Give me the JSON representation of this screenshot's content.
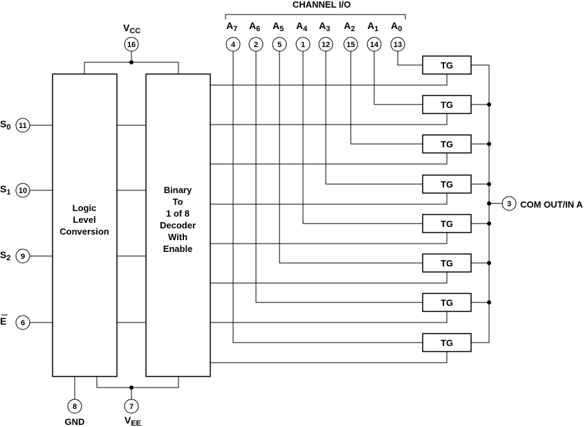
{
  "channel_io": "CHANNEL I/O",
  "vcc": {
    "main": "V",
    "sub": "CC",
    "pin": "16"
  },
  "vee": {
    "main": "V",
    "sub": "EE",
    "pin": "7"
  },
  "gnd": {
    "label": "GND",
    "pin": "8"
  },
  "com": {
    "label": "COM OUT/IN A",
    "pin": "3"
  },
  "inputs": [
    {
      "main": "S",
      "sub": "0",
      "pin": "11"
    },
    {
      "main": "S",
      "sub": "1",
      "pin": "10"
    },
    {
      "main": "S",
      "sub": "2",
      "pin": "9"
    },
    {
      "main": "E",
      "sub": "",
      "pin": "6"
    }
  ],
  "channels": [
    {
      "main": "A",
      "sub": "7",
      "pin": "4"
    },
    {
      "main": "A",
      "sub": "6",
      "pin": "2"
    },
    {
      "main": "A",
      "sub": "5",
      "pin": "5"
    },
    {
      "main": "A",
      "sub": "4",
      "pin": "1"
    },
    {
      "main": "A",
      "sub": "3",
      "pin": "12"
    },
    {
      "main": "A",
      "sub": "2",
      "pin": "15"
    },
    {
      "main": "A",
      "sub": "1",
      "pin": "14"
    },
    {
      "main": "A",
      "sub": "0",
      "pin": "13"
    }
  ],
  "logic_block": [
    "Logic",
    "Level",
    "Conversion"
  ],
  "decoder_block": [
    "Binary",
    "To",
    "1 of 8",
    "Decoder",
    "With",
    "Enable"
  ],
  "tg_label": "TG"
}
